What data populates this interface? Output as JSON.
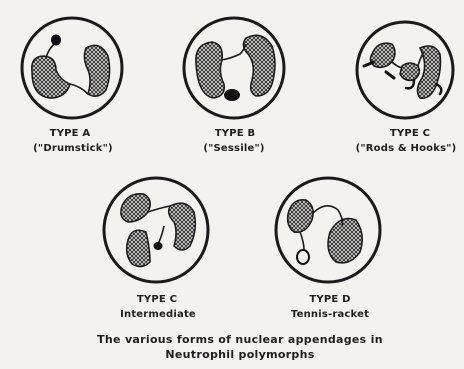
{
  "figure": {
    "cells": [
      {
        "type": "TYPE A",
        "name": "(\"Drumstick\")"
      },
      {
        "type": "TYPE B",
        "name": "(\"Sessile\")"
      },
      {
        "type": "TYPE C",
        "name": "(\"Rods & Hooks\")"
      },
      {
        "type": "TYPE C",
        "name": "Intermediate"
      },
      {
        "type": "TYPE D",
        "name": "Tennis-racket"
      }
    ],
    "caption_line1": "The various forms of nuclear appendages in",
    "caption_line2": "Neutrophil polymorphs"
  }
}
